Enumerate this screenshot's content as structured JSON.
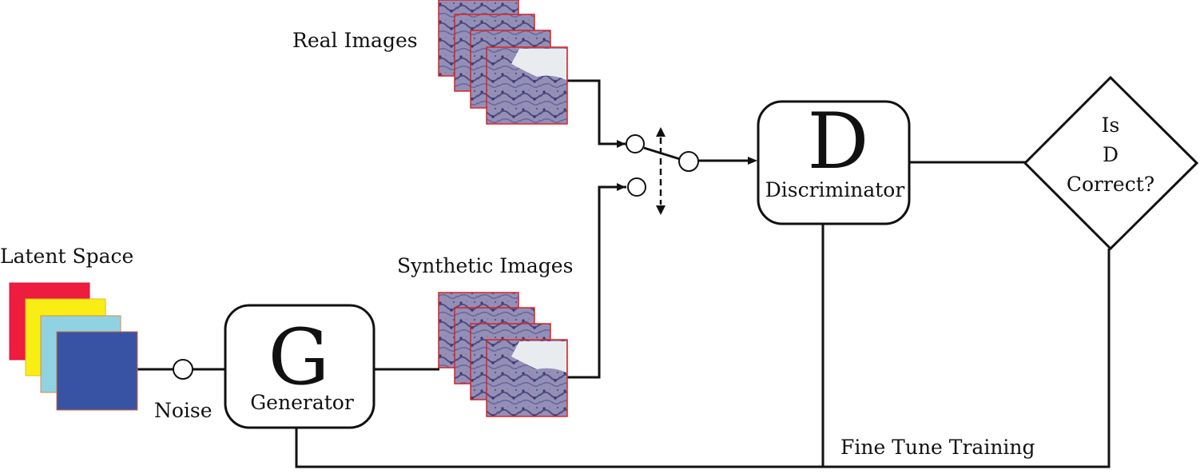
{
  "labels": {
    "real_images": "Real Images",
    "synthetic_images": "Synthetic Images",
    "latent_space": "Latent Space",
    "noise": "Noise",
    "generator_letter": "G",
    "generator": "Generator",
    "discriminator_letter": "D",
    "discriminator": "Discriminator",
    "decision_line1": "Is",
    "decision_line2": "D",
    "decision_line3": "Correct?",
    "fine_tune": "Fine Tune Training"
  },
  "colors": {
    "latent_red": "#ee1c3e",
    "latent_yellow": "#f9ee13",
    "latent_lightblue": "#8fd3e2",
    "latent_blue": "#3953a4",
    "image_border": "#dd2222",
    "tissue_base": "#8e8ab3",
    "tissue_dark": "#4f4a7f",
    "line": "#111111"
  }
}
